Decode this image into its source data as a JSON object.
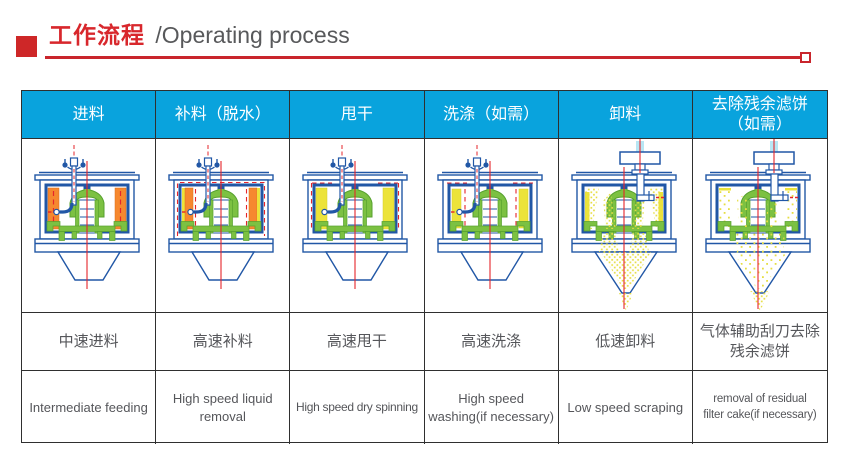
{
  "section_header": {
    "title_zh": "工作流程",
    "title_en": "/Operating process"
  },
  "colors": {
    "accent_red": "#ce2728",
    "header_blue": "#09a3dd",
    "diagram_blue": "#2157a6",
    "diagram_green": "#7cc142",
    "cake_orange": "#f6882f",
    "cake_yellow": "#ece33a",
    "centerline_red": "#e5252b",
    "text_gray": "#55565a",
    "border_dark": "#2f2f2f"
  },
  "process_table": {
    "columns": [
      {
        "header": "进料",
        "diagram": "centrifuge-feeding-diagram",
        "desc_zh": "中速进料",
        "desc_en": "Intermediate feeding"
      },
      {
        "header": "补料（脱水）",
        "diagram": "centrifuge-liquid-removal-diagram",
        "desc_zh": "高速补料",
        "desc_en": "High speed liquid\nremoval"
      },
      {
        "header": "甩干",
        "diagram": "centrifuge-dry-spinning-diagram",
        "desc_zh": "高速甩干",
        "desc_en": "High speed dry spinning"
      },
      {
        "header": "洗涤（如需）",
        "diagram": "centrifuge-washing-diagram",
        "desc_zh": "高速洗涤",
        "desc_en": "High speed\nwashing(if necessary)"
      },
      {
        "header": "卸料",
        "diagram": "centrifuge-scraping-diagram",
        "desc_zh": "低速卸料",
        "desc_en": "Low speed scraping"
      },
      {
        "header": "去除残余滤饼\n（如需）",
        "diagram": "centrifuge-residual-cake-removal-diagram",
        "desc_zh": "气体辅助刮刀去除\n残余滤饼",
        "desc_en": "removal of residual\nfilter cake(if necessary)"
      }
    ]
  }
}
